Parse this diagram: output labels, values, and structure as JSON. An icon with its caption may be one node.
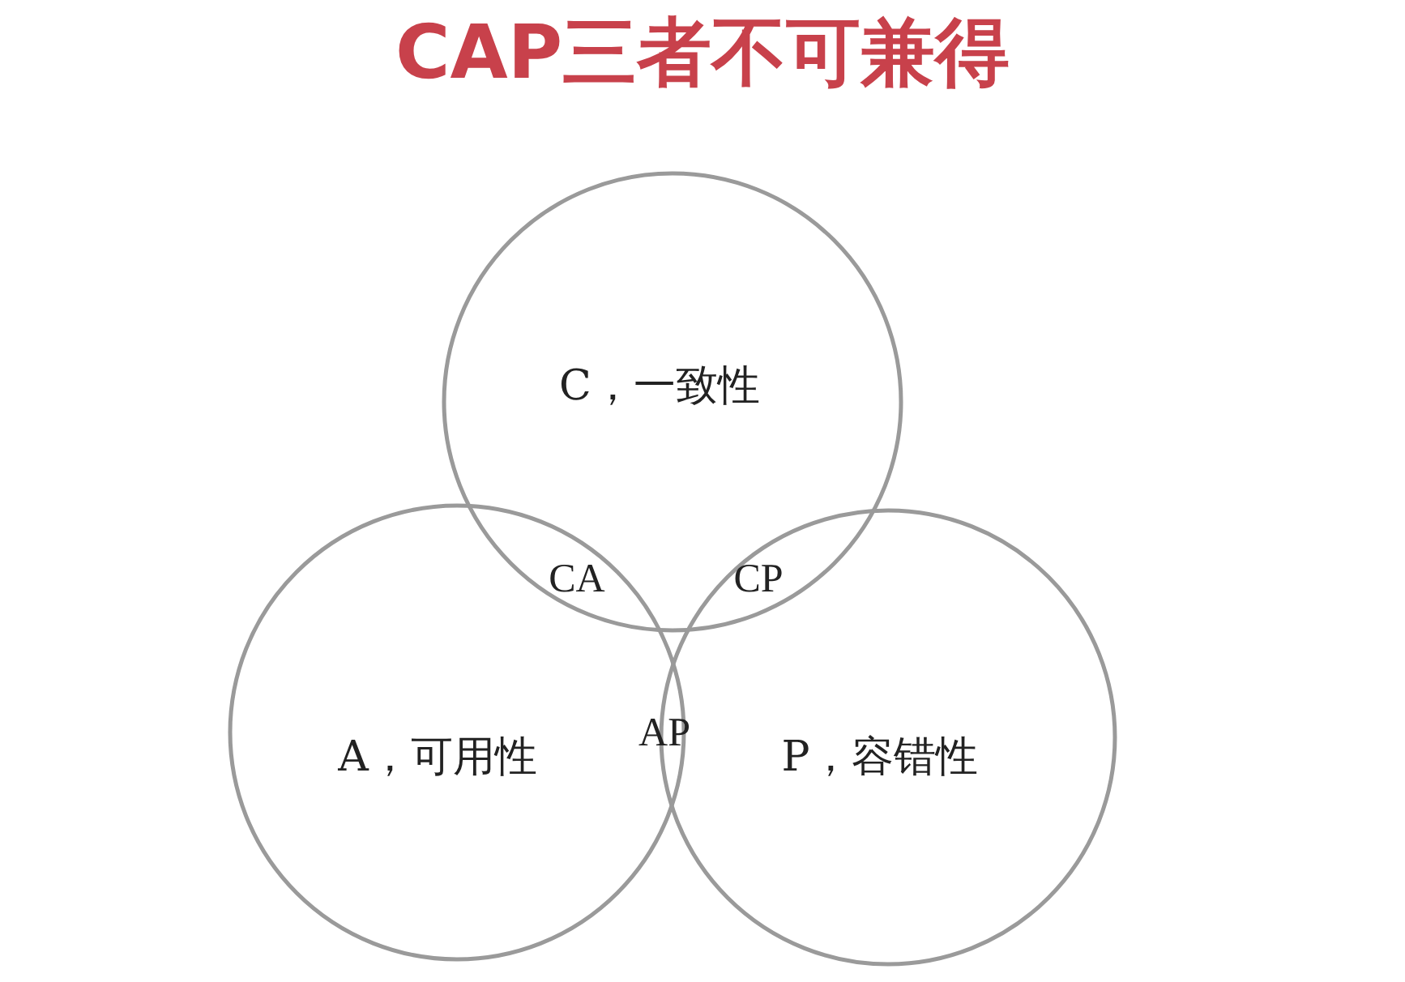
{
  "diagram": {
    "title": "CAP三者不可兼得",
    "nodes": [
      {
        "text": [
          "C，一致性"
        ]
      },
      {
        "text": [
          "A，可用性"
        ]
      },
      {
        "text": [
          "P，容错性"
        ]
      }
    ],
    "labels": [
      "CA",
      "CP",
      "AP"
    ]
  }
}
